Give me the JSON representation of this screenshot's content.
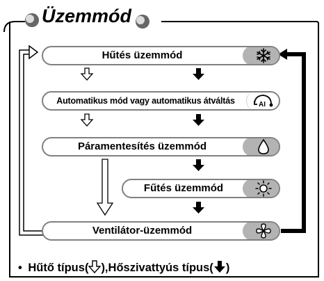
{
  "title": "Üzemmód",
  "modes": [
    {
      "label": "Hűtés üzemmód",
      "icon": "snowflake-icon"
    },
    {
      "label": "Automatikus mód vagy automatikus átváltás",
      "icon": "auto-mode-icon",
      "icon_text": "AI"
    },
    {
      "label": "Páramentesítés üzemmód",
      "icon": "water-drop-icon"
    },
    {
      "label": "Fűtés üzemmód",
      "icon": "sun-icon"
    },
    {
      "label": "Ventilátor-üzemmód",
      "icon": "fan-icon"
    }
  ],
  "legend": {
    "bullet": "•",
    "cooling_type": "Hűtő típus(",
    "separator": "), ",
    "heatpump_type": "Hőszivattyús típus(",
    "close": ")"
  },
  "colors": {
    "frame": "#000000",
    "mode_border": "#808080",
    "icon_panel": "#b3b3b3"
  }
}
